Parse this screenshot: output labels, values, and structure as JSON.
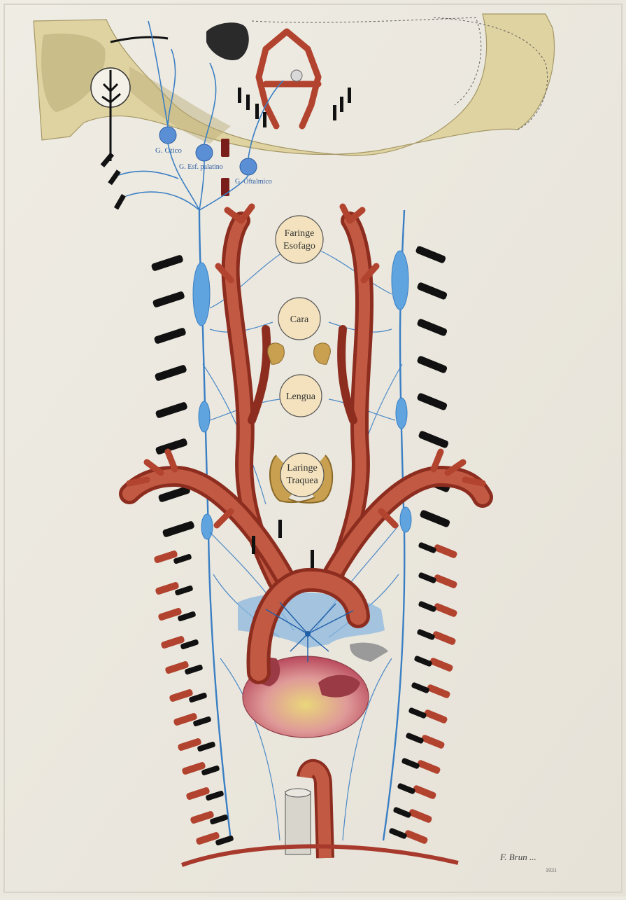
{
  "ganglia": {
    "otico": "G. Otico",
    "esfenopalatino": "G. Esf. palatino",
    "oftalmico": "G. Oftalmico"
  },
  "organs": {
    "faringe": [
      "Faringe",
      "Esofago"
    ],
    "cara": "Cara",
    "lengua": "Lengua",
    "laringe": [
      "Laringe",
      "Traquea"
    ]
  },
  "signature": "F. Brun ...",
  "signature_year": "1931",
  "colors": {
    "paper": "#ece9e1",
    "skull": "#e0d3a2",
    "artery": "#b2432f",
    "nerve": "#3a7fc4",
    "ganglion": "#5a8fd6",
    "organ_disc": "#f3e2bd",
    "gland": "#c9a04f",
    "root": "#1a1a1a"
  }
}
